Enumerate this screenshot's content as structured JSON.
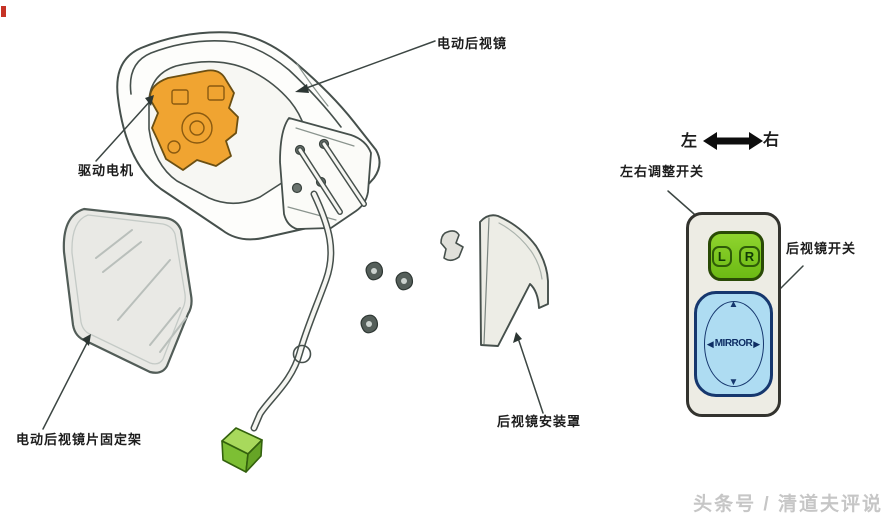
{
  "labels": {
    "power_mirror": "电动后视镜",
    "drive_motor": "驱动电机",
    "glass_holder": "电动后视镜片固定架",
    "mounting_cover": "后视镜安装罩",
    "left": "左",
    "right": "右",
    "lr_adjust_switch": "左右调整开关",
    "mirror_switch": "后视镜开关"
  },
  "switch_panel": {
    "lr_button": {
      "l": "L",
      "r": "R"
    },
    "mirror_button": {
      "label": "MIRROR",
      "up_icon": "▲",
      "down_icon": "▼",
      "left_icon": "◀",
      "right_icon": "▶"
    }
  },
  "watermark": "头条号 / 清道夫评说",
  "colors": {
    "line": "#46504c",
    "motor_orange": "#f0a431",
    "connector_green": "#84c437",
    "lr_button_green": "#7cc91c",
    "mirror_button_fill": "#aedcf2",
    "mirror_button_border": "#16376e",
    "panel_fill": "#edece4",
    "arrow_black": "#0d0d0d",
    "watermark_gray": "#c6c6c6",
    "red_mark": "#c63326"
  }
}
